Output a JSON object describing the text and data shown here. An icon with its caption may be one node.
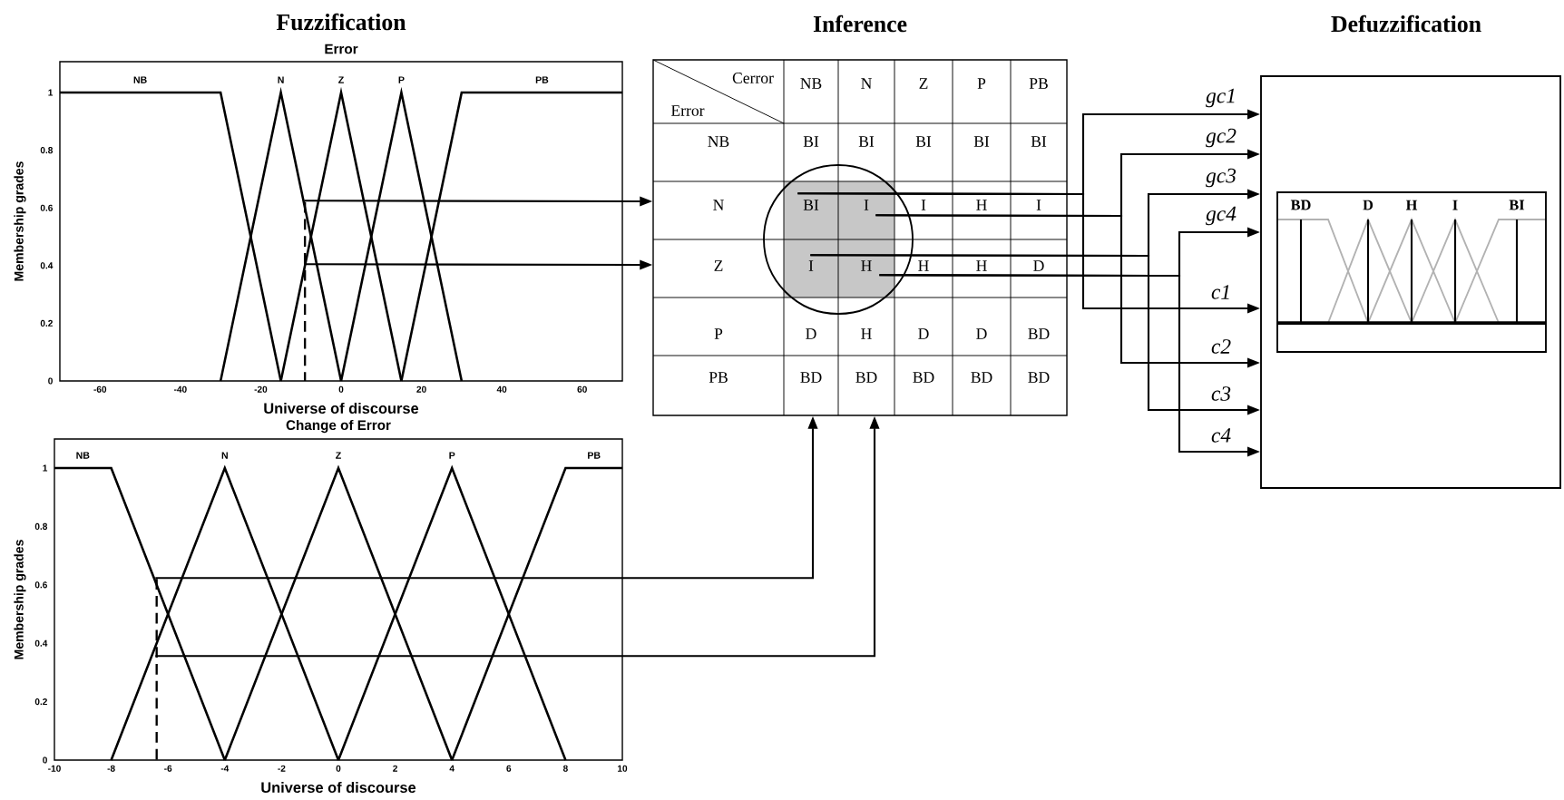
{
  "diagram": {
    "nodes": [
      {
        "text": [
          "Error",
          "NB",
          "N",
          "Z",
          "P",
          "PB",
          "Membership grades",
          "Universe of discourse"
        ],
        "beside": [
          "1",
          "0.8",
          "0.6",
          "0.4",
          "0.2",
          "0",
          "-60",
          "-40",
          "-20",
          "0",
          "20",
          "40",
          "60"
        ]
      },
      {
        "text": [
          "Change of Error",
          "NB",
          "N",
          "Z",
          "P",
          "PB",
          "Membership grades",
          "Universe of discourse"
        ],
        "beside": [
          "1",
          "0.8",
          "0.6",
          "0.4",
          "0.2",
          "0",
          "-10",
          "-8",
          "-6",
          "-4",
          "-2",
          "0",
          "2",
          "4",
          "6",
          "8",
          "10"
        ]
      },
      {
        "text": [
          "Cerror",
          "Error",
          "NB",
          "N",
          "Z",
          "P",
          "PB",
          "NB",
          "BI",
          "BI",
          "BI",
          "BI",
          "BI",
          "N",
          "BI",
          "I",
          "I",
          "H",
          "I",
          "Z",
          "I",
          "H",
          "H",
          "H",
          "D",
          "P",
          "D",
          "H",
          "D",
          "D",
          "BD",
          "PB",
          "BD",
          "BD",
          "BD",
          "BD",
          "BD"
        ]
      },
      {
        "text": [],
        "shape": "box"
      },
      {
        "text": [
          "BD",
          "D",
          "H",
          "I",
          "BI"
        ],
        "in": 3
      }
    ],
    "edges": [
      {
        "from": 0,
        "to": 2,
        "arrow": "to"
      },
      {
        "from": 0,
        "to": 2,
        "arrow": "to"
      },
      {
        "from": 1,
        "to": 2,
        "arrow": "to"
      },
      {
        "from": 1,
        "to": 2,
        "arrow": "to"
      },
      {
        "from": 2,
        "to": 3,
        "arrow": "to",
        "label": "gc1"
      },
      {
        "from": 2,
        "to": 3,
        "arrow": "to",
        "label": "gc2"
      },
      {
        "from": 2,
        "to": 3,
        "arrow": "to",
        "label": "gc3"
      },
      {
        "from": 2,
        "to": 3,
        "arrow": "to",
        "label": "gc4"
      },
      {
        "from": 2,
        "to": 3,
        "arrow": "to",
        "label": "c1"
      },
      {
        "from": 2,
        "to": 3,
        "arrow": "to",
        "label": "c2"
      },
      {
        "from": 2,
        "to": 3,
        "arrow": "to",
        "label": "c3"
      },
      {
        "from": 2,
        "to": 3,
        "arrow": "to",
        "label": "c4"
      }
    ],
    "labels": [
      "Fuzzification",
      "Inference",
      "Defuzzification"
    ]
  }
}
